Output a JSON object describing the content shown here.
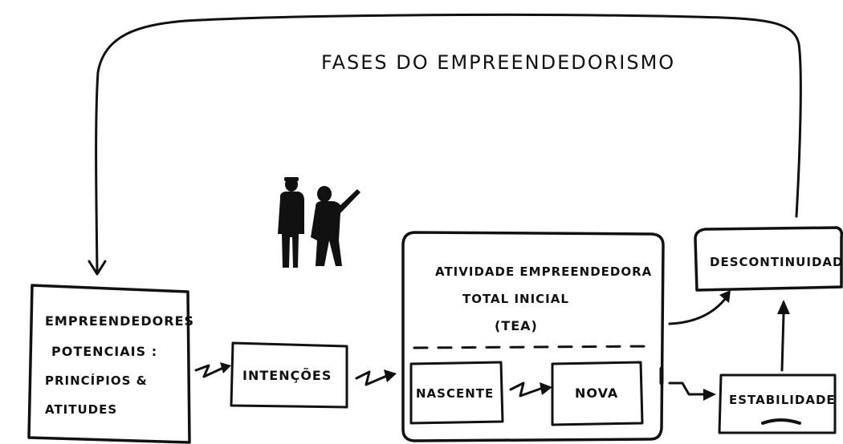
{
  "title": "FASES DO EMPREENDEDORISMO",
  "boxes": {
    "potenciais": {
      "line1": "EMPREENDEDORES",
      "line2": "POTENCIAIS :",
      "line3": "PRINCÍPIOS &",
      "line4": "ATITUDES"
    },
    "intencoes": "INTENÇÕES",
    "tea": {
      "line1": "ATIVIDADE EMPREENDEDORA",
      "line2": "TOTAL INICIAL",
      "line3": "(TEA)"
    },
    "nascente": "NASCENTE",
    "nova": "NOVA",
    "descontinuidade": "DESCONTINUIDADE",
    "estabilidade": "ESTABILIDADE"
  }
}
